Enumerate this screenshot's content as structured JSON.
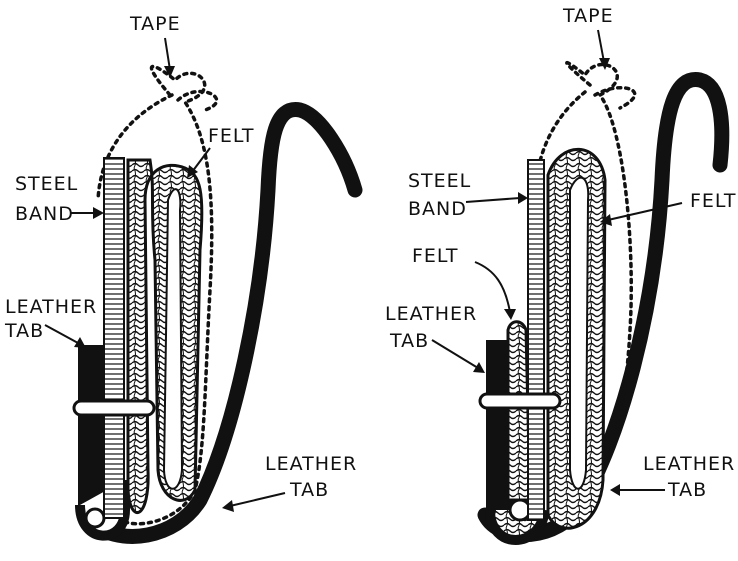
{
  "left_diagram": {
    "labels": {
      "tape": "TAPE",
      "felt": "FELT",
      "steel_band_1": "STEEL",
      "steel_band_2": "BAND",
      "leather_tab_top_1": "LEATHER",
      "leather_tab_top_2": "TAB",
      "leather_tab_bottom_1": "LEATHER",
      "leather_tab_bottom_2": "TAB"
    }
  },
  "right_diagram": {
    "labels": {
      "tape": "TAPE",
      "steel_band_1": "STEEL",
      "steel_band_2": "BAND",
      "felt_right": "FELT",
      "felt_left": "FELT",
      "leather_tab_top_1": "LEATHER",
      "leather_tab_top_2": "TAB",
      "leather_tab_bottom_1": "LEATHER",
      "leather_tab_bottom_2": "TAB"
    }
  },
  "colors": {
    "ink": "#111111",
    "paper": "#ffffff"
  }
}
